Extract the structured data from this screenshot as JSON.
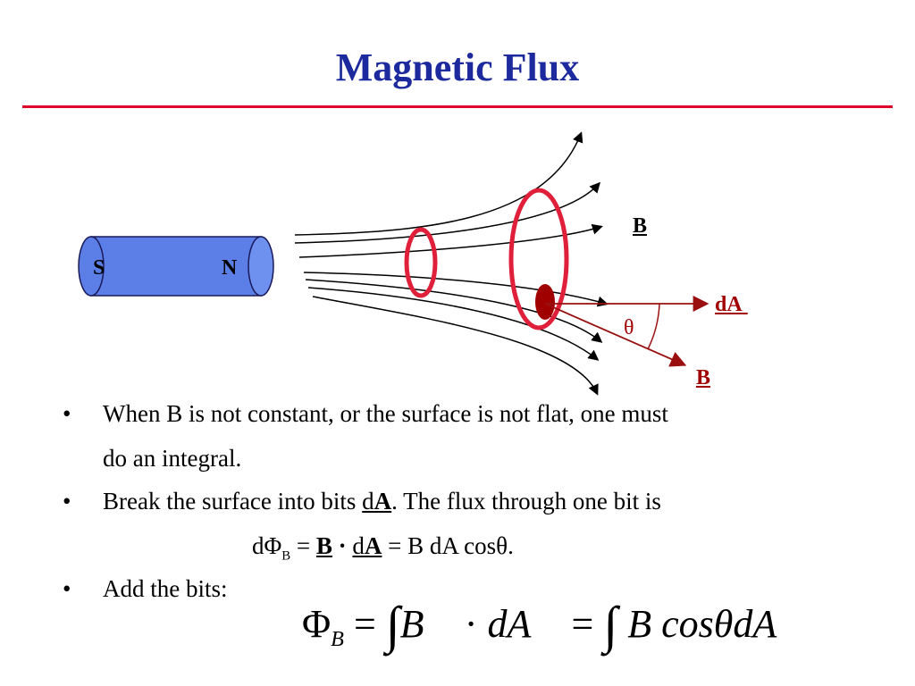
{
  "slide": {
    "title": "Magnetic Flux"
  },
  "figure": {
    "magnet": {
      "south_label": "S",
      "north_label": "N"
    },
    "labels": {
      "b_top": "B",
      "da": "dA",
      "theta": "θ",
      "b_lower": "B"
    },
    "colors": {
      "magnet_fill": "#5b7fe6",
      "loop": "#e0203a",
      "vector": "#9a1010",
      "patch": "#a00000"
    }
  },
  "bullets": [
    {
      "bullet": "•",
      "line1": "When B is not constant, or the surface is not flat, one must",
      "line2": "do an integral."
    },
    {
      "bullet": "•",
      "text_a": "Break the surface into bits ",
      "d": "d",
      "A": "A",
      "text_b": ". The flux through one bit is"
    },
    {
      "bullet": "•",
      "text": "Add the bits:"
    }
  ],
  "equations": {
    "dphi": {
      "lhs": "dΦ",
      "sub": "B",
      "eq": " = ",
      "B": "B",
      "dot": " · ",
      "d": "d",
      "A": "A",
      "rest": " = B dA cosθ."
    },
    "phi": {
      "lhs": "Φ",
      "sub": "B",
      "eq1": " = ",
      "integral": "∫",
      "B": "B⃗",
      "dot": " · ",
      "dA": "dA⃗",
      "eq2": " = ",
      "integral2": "∫",
      "rest": " B cosθdA"
    }
  }
}
